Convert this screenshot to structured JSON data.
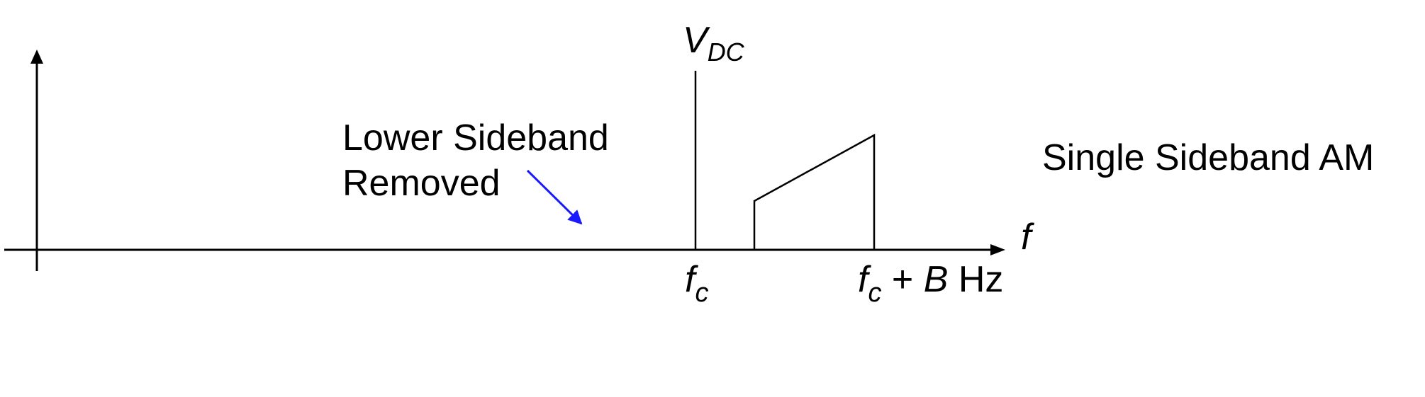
{
  "diagram": {
    "title": "Single Sideband AM",
    "annotation": {
      "line1": "Lower Sideband",
      "line2": "Removed",
      "arrow_color": "#1a1aff"
    },
    "carrier_label": {
      "main": "V",
      "sub": "DC"
    },
    "axis_label": "f",
    "tick_fc": {
      "main": "f",
      "sub": "c"
    },
    "tick_fcb": {
      "main": "f",
      "sub": "c",
      "plus": " + ",
      "b": "B",
      "unit": " Hz"
    },
    "line_color": "#000000"
  }
}
